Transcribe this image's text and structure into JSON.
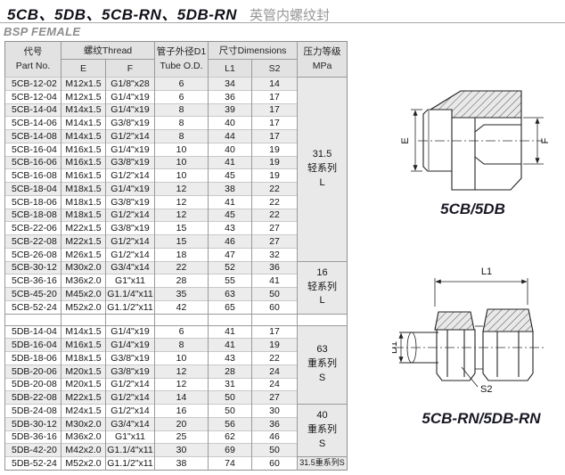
{
  "page": {
    "title": "5CB、5DB、5CB-RN、5DB-RN",
    "title_cn": "英管内螺纹封",
    "subtitle": "BSP FEMALE"
  },
  "colors": {
    "stripe": "#ececec",
    "header_bg": "#e2e2e2",
    "rule_gray": "#a8a8a8",
    "caption_ink": "#181824"
  },
  "table": {
    "headers": {
      "part_no_cn": "代号",
      "part_no_en": "Part No.",
      "thread": "螺纹Thread",
      "thread_e": "E",
      "thread_f": "F",
      "tube_cn": "管子外径D1",
      "tube_en": "Tube O.D.",
      "dims": "尺寸Dimensions",
      "dim_l1": "L1",
      "dim_s2": "S2",
      "pressure_cn": "压力等级",
      "pressure_en": "MPa"
    },
    "sections": [
      {
        "name": "5CB",
        "rows": [
          [
            "5CB-12-02",
            "M12x1.5",
            "G1/8\"x28",
            "6",
            "34",
            "14"
          ],
          [
            "5CB-12-04",
            "M12x1.5",
            "G1/4\"x19",
            "6",
            "36",
            "17"
          ],
          [
            "5CB-14-04",
            "M14x1.5",
            "G1/4\"x19",
            "8",
            "39",
            "17"
          ],
          [
            "5CB-14-06",
            "M14x1.5",
            "G3/8\"x19",
            "8",
            "40",
            "17"
          ],
          [
            "5CB-14-08",
            "M14x1.5",
            "G1/2\"x14",
            "8",
            "44",
            "17"
          ],
          [
            "5CB-16-04",
            "M16x1.5",
            "G1/4\"x19",
            "10",
            "40",
            "19"
          ],
          [
            "5CB-16-06",
            "M16x1.5",
            "G3/8\"x19",
            "10",
            "41",
            "19"
          ],
          [
            "5CB-16-08",
            "M16x1.5",
            "G1/2\"x14",
            "10",
            "45",
            "19"
          ],
          [
            "5CB-18-04",
            "M18x1.5",
            "G1/4\"x19",
            "12",
            "38",
            "22"
          ],
          [
            "5CB-18-06",
            "M18x1.5",
            "G3/8\"x19",
            "12",
            "41",
            "22"
          ],
          [
            "5CB-18-08",
            "M18x1.5",
            "G1/2\"x14",
            "12",
            "45",
            "22"
          ],
          [
            "5CB-22-06",
            "M22x1.5",
            "G3/8\"x19",
            "15",
            "43",
            "27"
          ],
          [
            "5CB-22-08",
            "M22x1.5",
            "G1/2\"x14",
            "15",
            "46",
            "27"
          ],
          [
            "5CB-26-08",
            "M26x1.5",
            "G1/2\"x14",
            "18",
            "47",
            "32"
          ],
          [
            "5CB-30-12",
            "M30x2.0",
            "G3/4\"x14",
            "22",
            "52",
            "36"
          ],
          [
            "5CB-36-16",
            "M36x2.0",
            "G1\"x11",
            "28",
            "55",
            "41"
          ],
          [
            "5CB-45-20",
            "M45x2.0",
            "G1.1/4\"x11",
            "35",
            "63",
            "50"
          ],
          [
            "5CB-52-24",
            "M52x2.0",
            "G1.1/2\"x11",
            "42",
            "65",
            "60"
          ]
        ],
        "pressure_groups": [
          {
            "start": 0,
            "span": 14,
            "lines": [
              "31.5",
              "轻系列",
              "L"
            ]
          },
          {
            "start": 14,
            "span": 4,
            "lines": [
              "16",
              "轻系列",
              "L"
            ]
          }
        ]
      },
      {
        "name": "5DB",
        "rows": [
          [
            "5DB-14-04",
            "M14x1.5",
            "G1/4\"x19",
            "6",
            "41",
            "17"
          ],
          [
            "5DB-16-04",
            "M16x1.5",
            "G1/4\"x19",
            "8",
            "41",
            "19"
          ],
          [
            "5DB-18-06",
            "M18x1.5",
            "G3/8\"x19",
            "10",
            "43",
            "22"
          ],
          [
            "5DB-20-06",
            "M20x1.5",
            "G3/8\"x19",
            "12",
            "28",
            "24"
          ],
          [
            "5DB-20-08",
            "M20x1.5",
            "G1/2\"x14",
            "12",
            "31",
            "24"
          ],
          [
            "5DB-22-08",
            "M22x1.5",
            "G1/2\"x14",
            "14",
            "50",
            "27"
          ],
          [
            "5DB-24-08",
            "M24x1.5",
            "G1/2\"x14",
            "16",
            "50",
            "30"
          ],
          [
            "5DB-30-12",
            "M30x2.0",
            "G3/4\"x14",
            "20",
            "56",
            "36"
          ],
          [
            "5DB-36-16",
            "M36x2.0",
            "G1\"x11",
            "25",
            "62",
            "46"
          ],
          [
            "5DB-42-20",
            "M42x2.0",
            "G1.1/4\"x11",
            "30",
            "69",
            "50"
          ],
          [
            "5DB-52-24",
            "M52x2.0",
            "G1.1/2\"x11",
            "38",
            "74",
            "60"
          ]
        ],
        "pressure_groups": [
          {
            "start": 0,
            "span": 6,
            "lines": [
              "63",
              "重系列",
              "S"
            ]
          },
          {
            "start": 6,
            "span": 4,
            "lines": [
              "40",
              "重系列",
              "S"
            ]
          },
          {
            "start": 10,
            "span": 1,
            "lines": [
              "31.5重系列S"
            ],
            "small": true
          }
        ]
      }
    ]
  },
  "diagrams": [
    {
      "caption": "5CB/5DB",
      "labels": {
        "e": "E",
        "f": "F"
      }
    },
    {
      "caption": "5CB-RN/5DB-RN",
      "labels": {
        "l1": "L1",
        "d1": "D1",
        "s2": "S2"
      }
    }
  ]
}
